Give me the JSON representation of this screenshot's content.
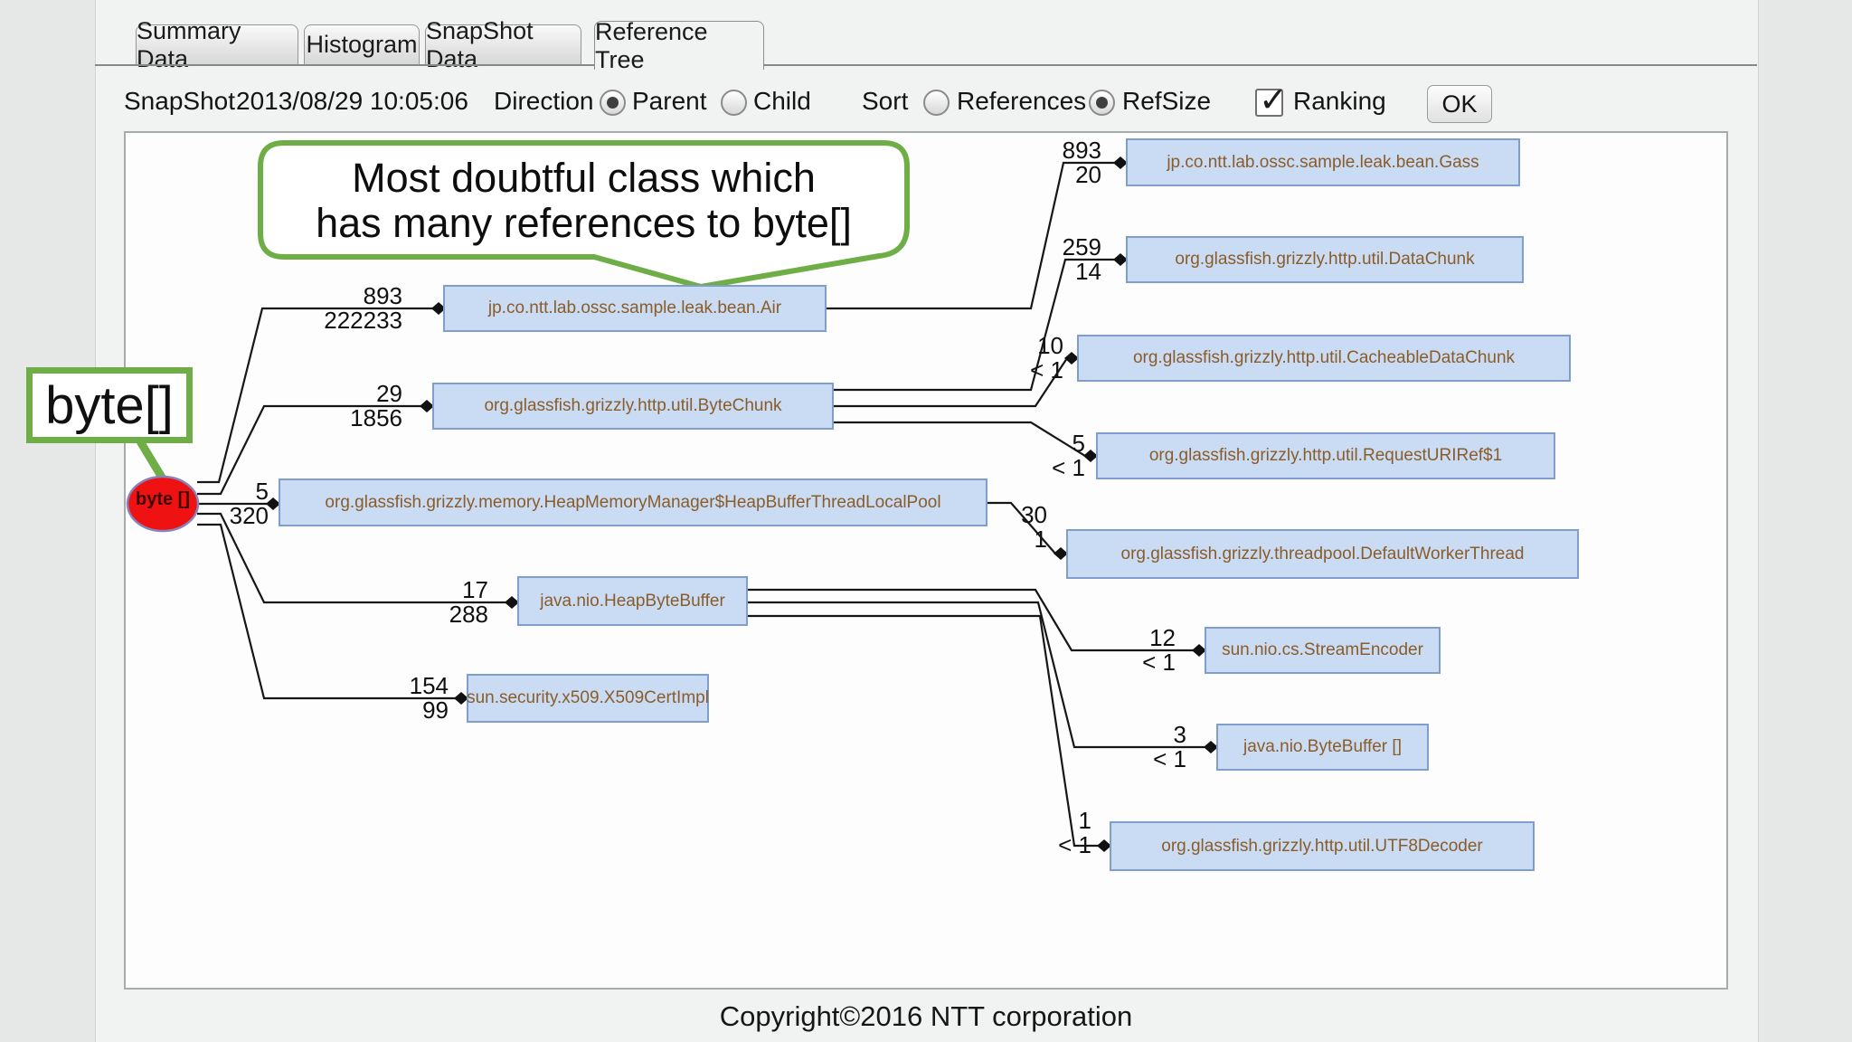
{
  "tabs": {
    "items": [
      {
        "label": "Summary Data",
        "active": false
      },
      {
        "label": "Histogram",
        "active": false
      },
      {
        "label": "SnapShot Data",
        "active": false
      },
      {
        "label": "Reference Tree",
        "active": true
      }
    ]
  },
  "toolbar": {
    "snapshot_label": "SnapShot",
    "snapshot_value": "2013/08/29 10:05:06",
    "direction_label": "Direction",
    "direction_options": [
      {
        "label": "Parent",
        "selected": true
      },
      {
        "label": "Child",
        "selected": false
      }
    ],
    "sort_label": "Sort",
    "sort_options": [
      {
        "label": "References",
        "selected": false
      },
      {
        "label": "RefSize",
        "selected": true
      }
    ],
    "ranking_label": "Ranking",
    "ranking_checked": true,
    "ok_label": "OK"
  },
  "annotations": {
    "root_callout": "byte[]",
    "bubble_line1": "Most doubtful class which",
    "bubble_line2": "has many references to byte[]"
  },
  "tree": {
    "root": {
      "label": "byte []"
    },
    "nodes": [
      {
        "label": "jp.co.ntt.lab.ossc.sample.leak.bean.Air"
      },
      {
        "label": "org.glassfish.grizzly.http.util.ByteChunk"
      },
      {
        "label": "org.glassfish.grizzly.memory.HeapMemoryManager$HeapBufferThreadLocalPool"
      },
      {
        "label": "java.nio.HeapByteBuffer"
      },
      {
        "label": "sun.security.x509.X509CertImpl"
      },
      {
        "label": "jp.co.ntt.lab.ossc.sample.leak.bean.Gass"
      },
      {
        "label": "org.glassfish.grizzly.http.util.DataChunk"
      },
      {
        "label": "org.glassfish.grizzly.http.util.CacheableDataChunk"
      },
      {
        "label": "org.glassfish.grizzly.http.util.RequestURIRef$1"
      },
      {
        "label": "org.glassfish.grizzly.threadpool.DefaultWorkerThread"
      },
      {
        "label": "sun.nio.cs.StreamEncoder"
      },
      {
        "label": "java.nio.ByteBuffer []"
      },
      {
        "label": "org.glassfish.grizzly.http.util.UTF8Decoder"
      }
    ],
    "edges": [
      {
        "from": "byte []",
        "to": "jp.co.ntt.lab.ossc.sample.leak.bean.Air",
        "refs": "893",
        "size": "222233"
      },
      {
        "from": "byte []",
        "to": "org.glassfish.grizzly.http.util.ByteChunk",
        "refs": "29",
        "size": "1856"
      },
      {
        "from": "byte []",
        "to": "org.glassfish.grizzly.memory.HeapMemoryManager$HeapBufferThreadLocalPool",
        "refs": "5",
        "size": "320"
      },
      {
        "from": "byte []",
        "to": "java.nio.HeapByteBuffer",
        "refs": "17",
        "size": "288"
      },
      {
        "from": "byte []",
        "to": "sun.security.x509.X509CertImpl",
        "refs": "154",
        "size": "99"
      },
      {
        "from": "jp.co.ntt.lab.ossc.sample.leak.bean.Air",
        "to": "jp.co.ntt.lab.ossc.sample.leak.bean.Gass",
        "refs": "893",
        "size": "20"
      },
      {
        "from": "org.glassfish.grizzly.http.util.ByteChunk",
        "to": "org.glassfish.grizzly.http.util.DataChunk",
        "refs": "259",
        "size": "14"
      },
      {
        "from": "org.glassfish.grizzly.http.util.ByteChunk",
        "to": "org.glassfish.grizzly.http.util.CacheableDataChunk",
        "refs": "10",
        "size": "< 1"
      },
      {
        "from": "org.glassfish.grizzly.http.util.ByteChunk",
        "to": "org.glassfish.grizzly.http.util.RequestURIRef$1",
        "refs": "5",
        "size": "< 1"
      },
      {
        "from": "org.glassfish.grizzly.memory.HeapMemoryManager$HeapBufferThreadLocalPool",
        "to": "org.glassfish.grizzly.threadpool.DefaultWorkerThread",
        "refs": "30",
        "size": "1"
      },
      {
        "from": "java.nio.HeapByteBuffer",
        "to": "sun.nio.cs.StreamEncoder",
        "refs": "12",
        "size": "< 1"
      },
      {
        "from": "java.nio.HeapByteBuffer",
        "to": "java.nio.ByteBuffer []",
        "refs": "3",
        "size": "< 1"
      },
      {
        "from": "java.nio.HeapByteBuffer",
        "to": "org.glassfish.grizzly.http.util.UTF8Decoder",
        "refs": "1",
        "size": "< 1"
      }
    ]
  },
  "footer": {
    "copyright": "Copyright©2016  NTT corporation"
  },
  "colors": {
    "accent_green": "#6fae47",
    "node_fill": "#cadcf4",
    "node_border": "#7f9fca",
    "node_text": "#8a5c29",
    "root_fill": "#ee1212",
    "edge": "#161616"
  }
}
